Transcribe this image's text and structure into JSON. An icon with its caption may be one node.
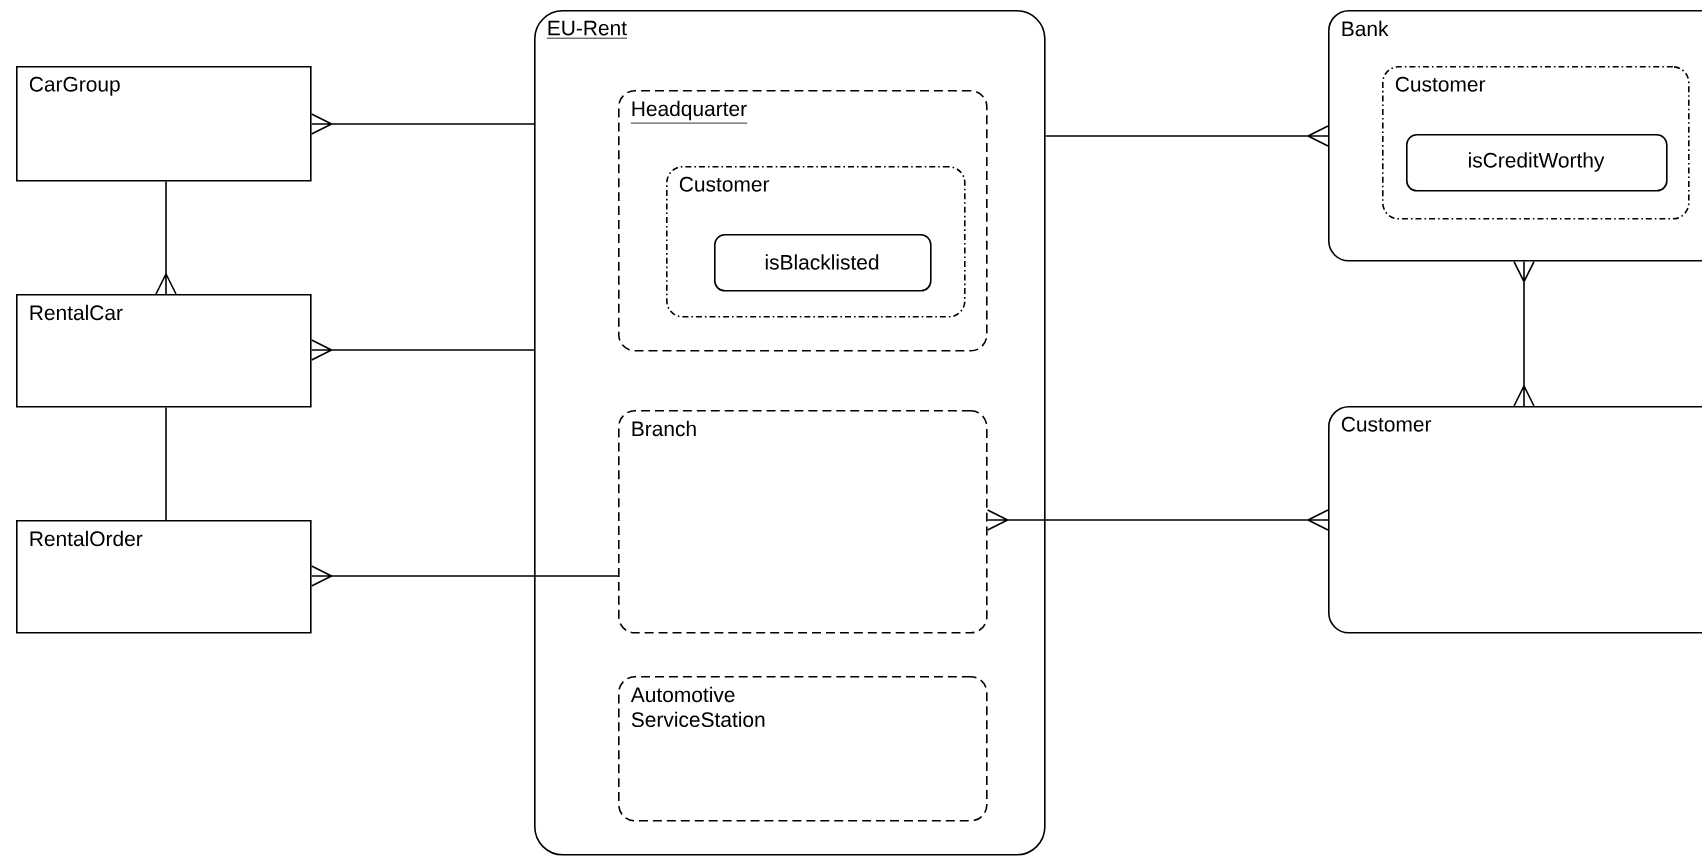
{
  "diagram": {
    "nodes": [
      {
        "text": [
          "CarGroup"
        ]
      },
      {
        "text": [
          "RentalCar"
        ]
      },
      {
        "text": [
          "RentalOrder"
        ]
      },
      {
        "text": [
          "EU-Rent"
        ]
      },
      {
        "text": [
          "Headquarter"
        ],
        "in": 3
      },
      {
        "text": [
          "Customer"
        ],
        "in": 4
      },
      {
        "text": [
          "isBlacklisted"
        ],
        "in": 5
      },
      {
        "text": [
          "Branch"
        ],
        "in": 3
      },
      {
        "text": [
          "Automotive ServiceStation"
        ],
        "in": 3
      },
      {
        "text": [
          "Bank"
        ]
      },
      {
        "text": [
          "Customer"
        ],
        "in": 9
      },
      {
        "text": [
          "isCreditWorthy"
        ],
        "in": 10
      },
      {
        "text": [
          "Customer"
        ]
      }
    ],
    "edges": [
      {
        "from": 3,
        "to": 0,
        "arrow": "other"
      },
      {
        "from": 0,
        "to": 1,
        "arrow": "other"
      },
      {
        "from": 3,
        "to": 1,
        "arrow": "other"
      },
      {
        "from": 1,
        "to": 2,
        "arrow": "none"
      },
      {
        "from": 7,
        "to": 2,
        "arrow": "other"
      },
      {
        "from": 3,
        "to": 9,
        "arrow": "other"
      },
      {
        "from": 9,
        "to": 12,
        "arrow": "other"
      },
      {
        "from": 7,
        "to": 12,
        "arrow": "other"
      }
    ]
  }
}
